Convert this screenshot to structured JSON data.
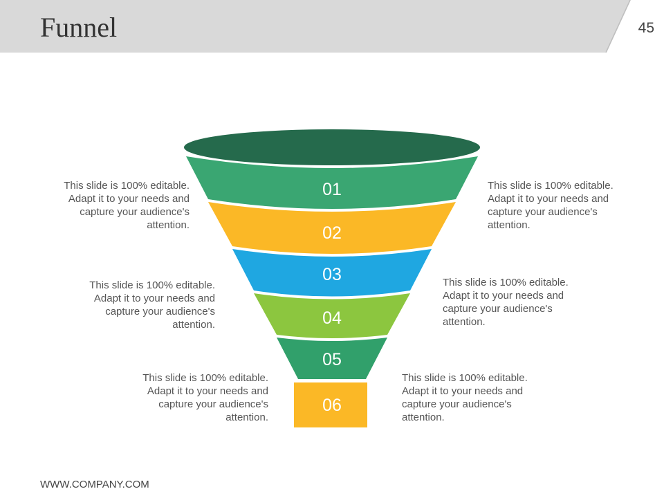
{
  "header": {
    "title": "Funnel",
    "page_number": "45"
  },
  "funnel": {
    "stages": [
      {
        "label": "01",
        "color": "#3aa672"
      },
      {
        "label": "02",
        "color": "#fbb826"
      },
      {
        "label": "03",
        "color": "#1fa7e1"
      },
      {
        "label": "04",
        "color": "#8cc63f"
      },
      {
        "label": "05",
        "color": "#31a06b"
      },
      {
        "label": "06",
        "color": "#fbb826"
      }
    ],
    "top_color": "#256a4c"
  },
  "descriptions": [
    {
      "text": "This slide is 100% editable. Adapt it to your needs and capture your audience's attention."
    },
    {
      "text": "This slide is 100% editable. Adapt it to your needs and capture your audience's attention."
    },
    {
      "text": "This slide is 100% editable. Adapt it to your needs and capture your audience's attention."
    },
    {
      "text": "This slide is 100% editable. Adapt it to your needs and capture your audience's attention."
    },
    {
      "text": "This slide is 100% editable. Adapt it to your needs and capture your audience's attention."
    },
    {
      "text": "This slide is 100% editable. Adapt it to your needs and capture your audience's attention."
    }
  ],
  "footer": {
    "website": "WWW.COMPANY.COM"
  }
}
